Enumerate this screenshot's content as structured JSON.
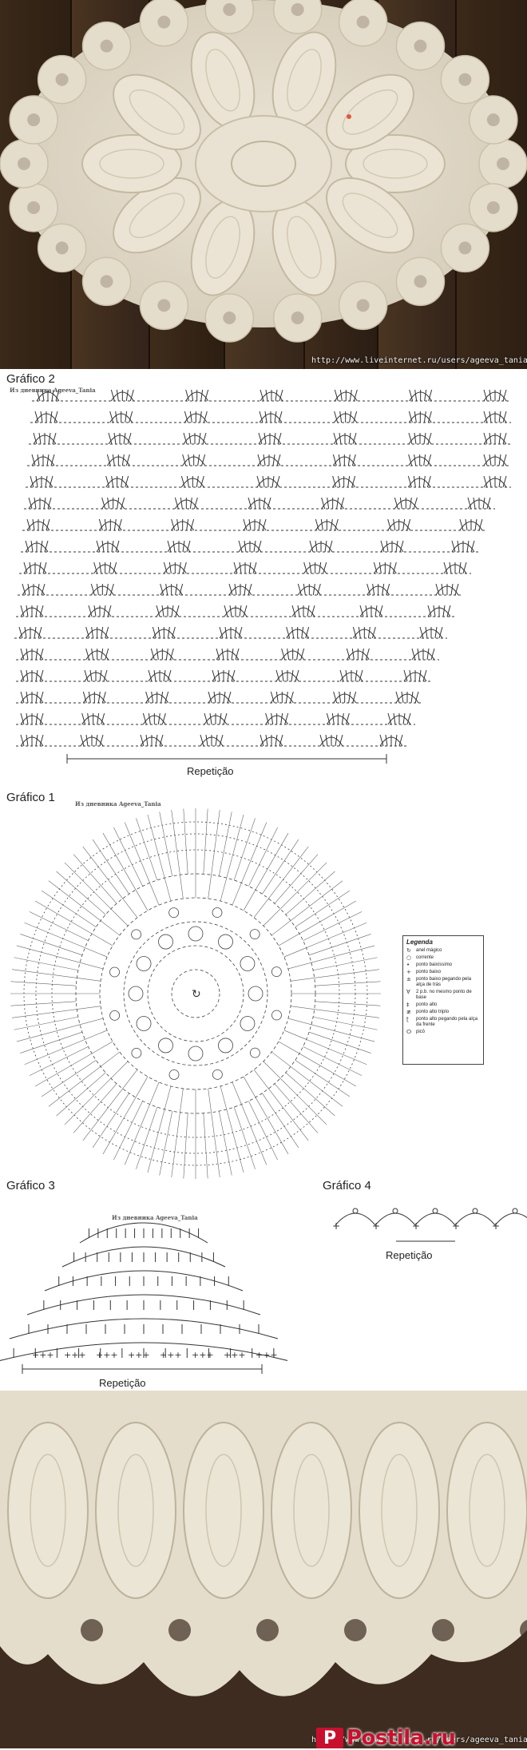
{
  "photos": {
    "top_watermark": "http://www.liveinternet.ru/users/ageeva_tania/",
    "bottom_watermark": "http://www.liveinternet.ru/users/ageeva_tania/"
  },
  "grafico2": {
    "title": "Gráfico 2",
    "diary": "Из дневника Ageeva_Tania",
    "repeat_label": "Repetição"
  },
  "grafico1": {
    "title": "Gráfico 1",
    "diary": "Из дневника Ageeva_Tania"
  },
  "legend": {
    "title": "Legenda",
    "items": [
      {
        "icon": "magic-ring-icon",
        "glyph": "↻",
        "label": "anel mágico"
      },
      {
        "icon": "chain-icon",
        "glyph": "○",
        "label": "corrente"
      },
      {
        "icon": "slip-stitch-icon",
        "glyph": "•",
        "label": "ponto baixíssimo"
      },
      {
        "icon": "single-crochet-icon",
        "glyph": "+",
        "label": "ponto baixo"
      },
      {
        "icon": "sc-back-loop-icon",
        "glyph": "±",
        "label": "ponto baixo pegando pela alça de trás"
      },
      {
        "icon": "two-sc-same-icon",
        "glyph": "∀",
        "label": "2 p.b. no mesmo ponto de base"
      },
      {
        "icon": "double-crochet-icon",
        "glyph": "‡",
        "label": "ponto alto"
      },
      {
        "icon": "triple-crochet-icon",
        "glyph": "≢",
        "label": "ponto alto triplo"
      },
      {
        "icon": "front-post-dc-icon",
        "glyph": "ʈ",
        "label": "ponto alto pegando pela alça da frente"
      },
      {
        "icon": "picot-icon",
        "glyph": "ⵔ",
        "label": "picô"
      }
    ]
  },
  "grafico3": {
    "title": "Gráfico 3",
    "diary": "Из дневника Ageeva_Tania",
    "repeat_label": "Repetição"
  },
  "grafico4": {
    "title": "Gráfico 4",
    "repeat_label": "Repetição"
  },
  "logo": {
    "mark": "P",
    "text": "Postila.ru"
  }
}
